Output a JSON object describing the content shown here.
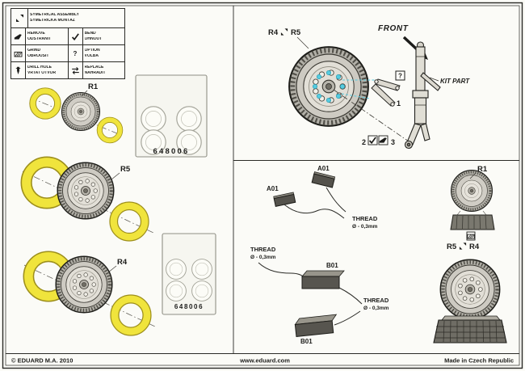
{
  "colors": {
    "mask_yellow": "#f0e43c",
    "mask_yellow_edge": "#9d8f1c",
    "cyan": "#56cbe0",
    "ink": "#1c1c1a",
    "paper": "#fbfbf7"
  },
  "symbols": {
    "question": "?"
  },
  "legend": {
    "items": [
      {
        "en": "SYMETRICAL ASSEMBLY",
        "cz": "SYMETRICKÁ MONTÁŽ"
      },
      {
        "en": "REMOVE",
        "cz": "ODSTRANIT"
      },
      {
        "en": "BEND",
        "cz": "OHNOUT"
      },
      {
        "en": "GRIND",
        "cz": "OBROUSIT"
      },
      {
        "en": "OPTION",
        "cz": "VOLBA"
      },
      {
        "en": "DRILL HOLE",
        "cz": "VRTAT OTVOR"
      },
      {
        "en": "REPLACE",
        "cz": "NAHRADIT"
      }
    ]
  },
  "left_panel": {
    "wheel_r1": "R1",
    "wheel_r5": "R5",
    "wheel_r4": "R4",
    "mask_sheet_code": "648006"
  },
  "gear_panel": {
    "label_r4": "R4",
    "label_r5": "R5",
    "front": "FRONT",
    "kit_part": "KIT PART",
    "step_1": "1",
    "step_2": "2",
    "step_3": "3"
  },
  "parts_panel": {
    "a01": "A01",
    "b01": "B01",
    "thread": "THREAD",
    "thread_size": "Ø - 0,3mm",
    "r1": "R1",
    "r5": "R5",
    "r4": "R4"
  },
  "footer": {
    "copyright": "© EDUARD  M.A.  2010",
    "website": "www.eduard.com",
    "made_in": "Made in Czech Republic"
  }
}
